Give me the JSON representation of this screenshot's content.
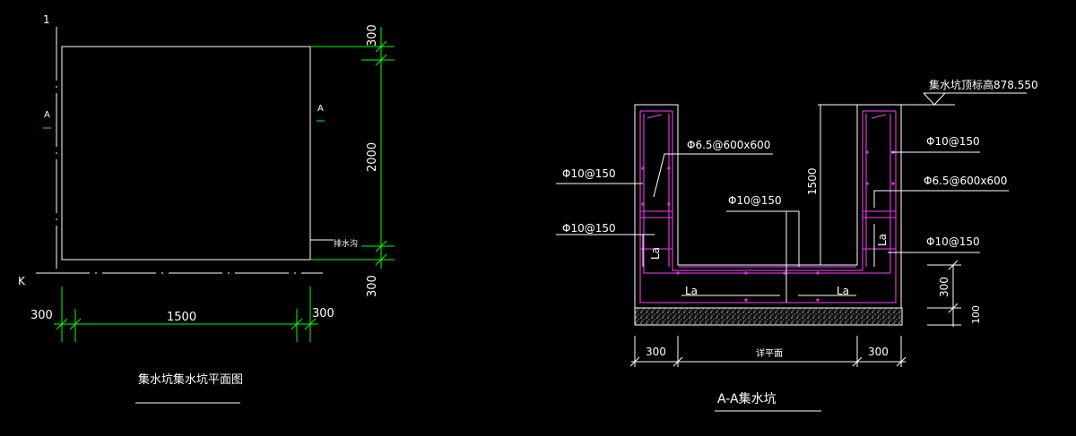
{
  "plan": {
    "axis_top": "1",
    "axis_left": "K",
    "section_mark": "A",
    "dim_300_top": "300",
    "dim_2000": "2000",
    "dim_300_bottom": "300",
    "dim_300_left": "300",
    "dim_1500": "1500",
    "dim_300_right": "300",
    "drain_label": "排水沟",
    "title": "集水坑集水坑平面图"
  },
  "section": {
    "elevation_label": "集水坑顶标高878.550",
    "rebar_1": "Φ6.5@600x600",
    "rebar_2": "Φ10@150",
    "rebar_3": "Φ10@150",
    "rebar_4": "Φ10@150",
    "rebar_5": "Φ10@150",
    "rebar_6": "Φ6.5@600x600",
    "rebar_7": "Φ10@150",
    "dim_1500": "1500",
    "la": "La",
    "dim_300_vertical": "300",
    "dim_100": "100",
    "dim_300_left": "300",
    "dim_width_label": "详平面",
    "dim_300_right": "300",
    "title": "A-A集水坑"
  },
  "colors": {
    "background": "#000000",
    "lines": "#ffffff",
    "dimension": "#00ff00",
    "rebar": "#cc33cc"
  }
}
